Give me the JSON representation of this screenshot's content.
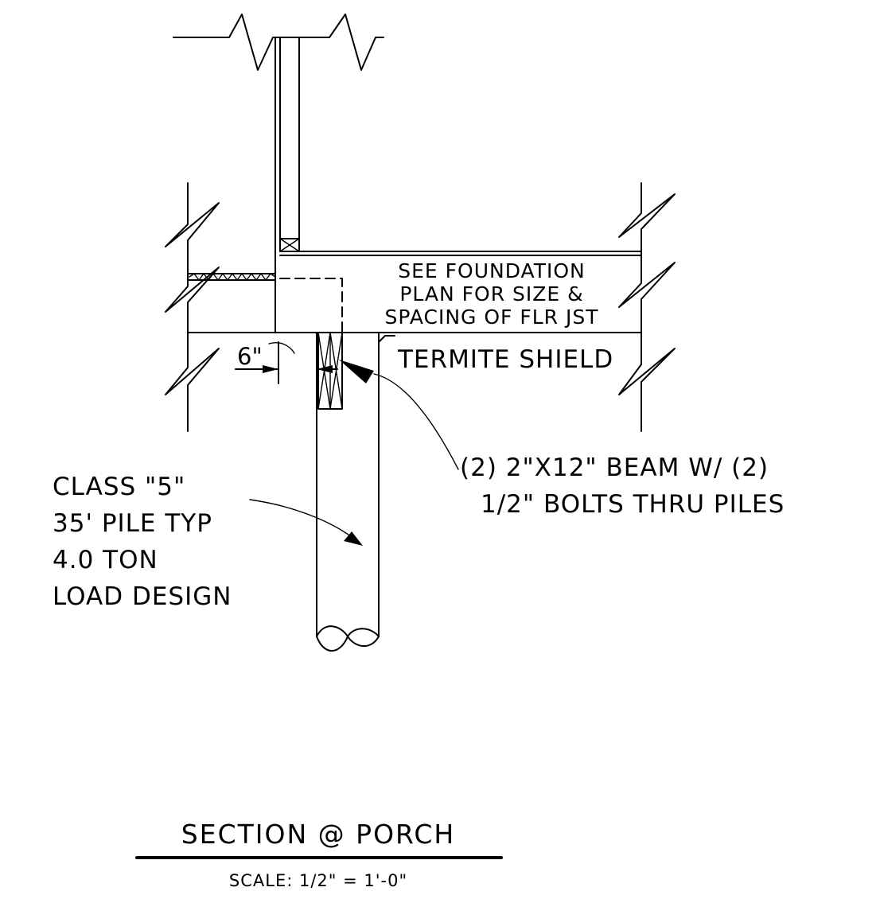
{
  "notes": {
    "floor_joist": [
      "SEE FOUNDATION",
      "PLAN FOR SIZE &",
      "SPACING OF FLR JST"
    ],
    "termite_shield": "TERMITE SHIELD",
    "beam": [
      "(2) 2\"X12\" BEAM W/  (2)",
      "1/2\" BOLTS THRU PILES"
    ],
    "pile": [
      "CLASS \"5\"",
      "35' PILE TYP",
      "4.0 TON",
      "LOAD DESIGN"
    ]
  },
  "dimension": {
    "offset": "6\""
  },
  "title_block": {
    "title": "SECTION @ PORCH",
    "scale": "SCALE: 1/2\" = 1'-0\""
  }
}
